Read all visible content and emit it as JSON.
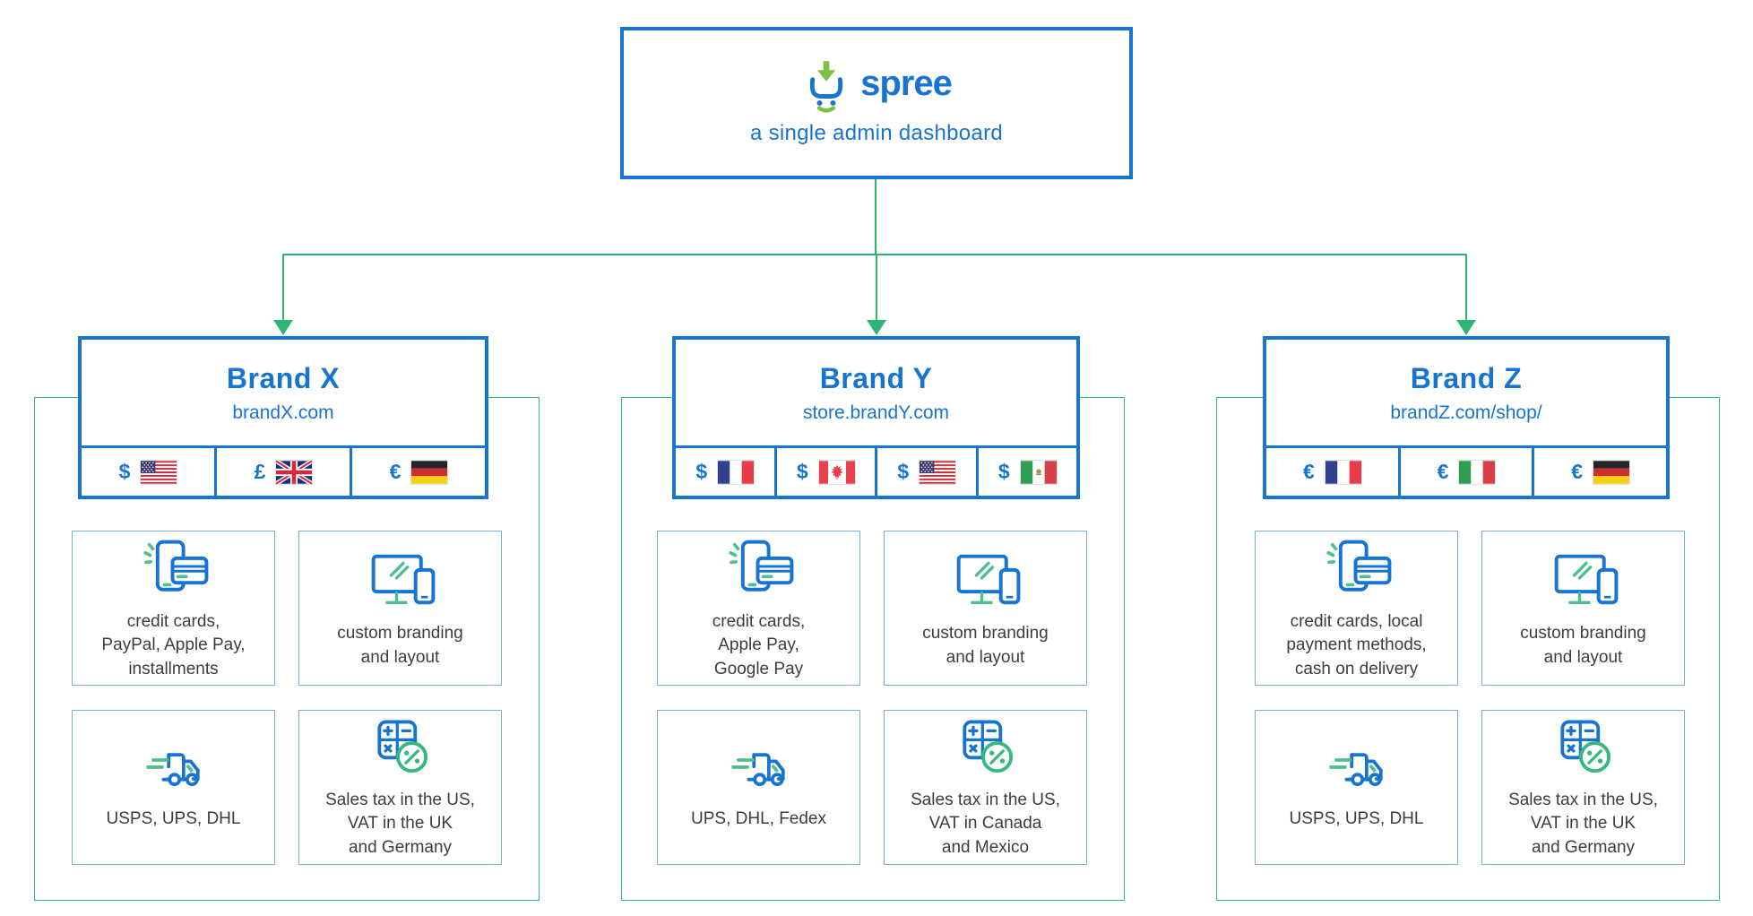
{
  "header": {
    "logo_icon": "spree-cart-icon",
    "logo_text": "spree",
    "subtitle": "a single admin dashboard"
  },
  "colors": {
    "brand_blue": "#1774d1",
    "connector_green": "#2eb573",
    "logo_lime": "#7cc142",
    "card_border_blue": "#79b0e0",
    "frame_green": "#35b97c",
    "card_text": "#3d3d3d"
  },
  "brands": [
    {
      "name": "Brand X",
      "domain": "brandX.com",
      "currencies": [
        {
          "symbol": "$",
          "flag": "us-flag-icon"
        },
        {
          "symbol": "£",
          "flag": "uk-flag-icon"
        },
        {
          "symbol": "€",
          "flag": "de-flag-icon"
        }
      ],
      "cards": [
        {
          "icon": "payment-methods-icon",
          "label": "credit cards,\nPayPal, Apple Pay,\ninstallments"
        },
        {
          "icon": "custom-branding-icon",
          "label": "custom branding\nand layout"
        },
        {
          "icon": "shipping-truck-icon",
          "label": "USPS, UPS, DHL"
        },
        {
          "icon": "tax-calculator-icon",
          "label": "Sales tax in the US,\nVAT in the UK\nand Germany"
        }
      ]
    },
    {
      "name": "Brand Y",
      "domain": "store.brandY.com",
      "currencies": [
        {
          "symbol": "$",
          "flag": "fr-flag-icon"
        },
        {
          "symbol": "$",
          "flag": "ca-flag-icon"
        },
        {
          "symbol": "$",
          "flag": "us-flag-icon"
        },
        {
          "symbol": "$",
          "flag": "mx-flag-icon"
        }
      ],
      "cards": [
        {
          "icon": "payment-methods-icon",
          "label": "credit cards,\nApple Pay,\nGoogle Pay"
        },
        {
          "icon": "custom-branding-icon",
          "label": "custom branding\nand layout"
        },
        {
          "icon": "shipping-truck-icon",
          "label": "UPS, DHL, Fedex"
        },
        {
          "icon": "tax-calculator-icon",
          "label": "Sales tax in the US,\nVAT in Canada\nand Mexico"
        }
      ]
    },
    {
      "name": "Brand Z",
      "domain": "brandZ.com/shop/",
      "currencies": [
        {
          "symbol": "€",
          "flag": "fr-flag-icon"
        },
        {
          "symbol": "€",
          "flag": "it-flag-icon"
        },
        {
          "symbol": "€",
          "flag": "de-flag-icon"
        }
      ],
      "cards": [
        {
          "icon": "payment-methods-icon",
          "label": "credit cards, local\npayment methods,\ncash on delivery"
        },
        {
          "icon": "custom-branding-icon",
          "label": "custom branding\nand layout"
        },
        {
          "icon": "shipping-truck-icon",
          "label": "USPS, UPS, DHL"
        },
        {
          "icon": "tax-calculator-icon",
          "label": "Sales tax in the US,\nVAT in the UK\nand Germany"
        }
      ]
    }
  ]
}
